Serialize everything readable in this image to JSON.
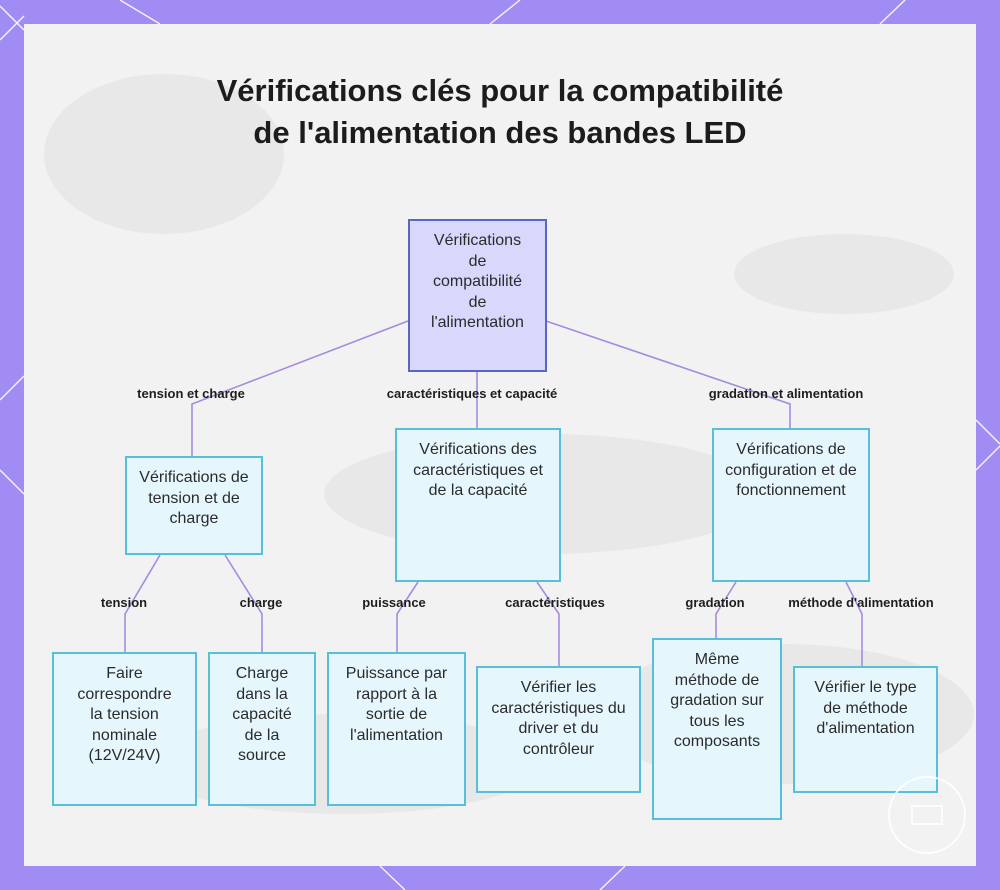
{
  "title": "Vérifications clés pour la compatibilité de l'alimentation des bandes LED",
  "colors": {
    "frame": "#a08cf3",
    "panel": "#f3f2f2",
    "root_fill": "#d7d8fc",
    "root_border": "#5d65c2",
    "node_fill": "#e6f6fd",
    "node_border": "#57bfd8",
    "connector": "#a58be0"
  },
  "diagram": {
    "root": {
      "label": "Vérifications de compatibilité de l'alimentation"
    },
    "groups": [
      {
        "edge_label": "tension et charge",
        "label": "Vérifications de tension et de charge",
        "children": [
          {
            "edge_label": "tension",
            "label": "Faire correspondre la tension nominale (12V/24V)"
          },
          {
            "edge_label": "charge",
            "label": "Charge dans la capacité de la source"
          }
        ]
      },
      {
        "edge_label": "caractéristiques et capacité",
        "label": "Vérifications des caractéristiques et de la capacité",
        "children": [
          {
            "edge_label": "puissance",
            "label": "Puissance par rapport à la sortie de l'alimentation"
          },
          {
            "edge_label": "caractéristiques",
            "label": "Vérifier les caractéristiques du driver et du contrôleur"
          }
        ]
      },
      {
        "edge_label": "gradation et alimentation",
        "label": "Vérifications de configuration et de fonctionnement",
        "children": [
          {
            "edge_label": "gradation",
            "label": "Même méthode de gradation sur tous les composants"
          },
          {
            "edge_label": "méthode d'alimentation",
            "label": "Vérifier le type de méthode d'alimentation"
          }
        ]
      }
    ]
  }
}
